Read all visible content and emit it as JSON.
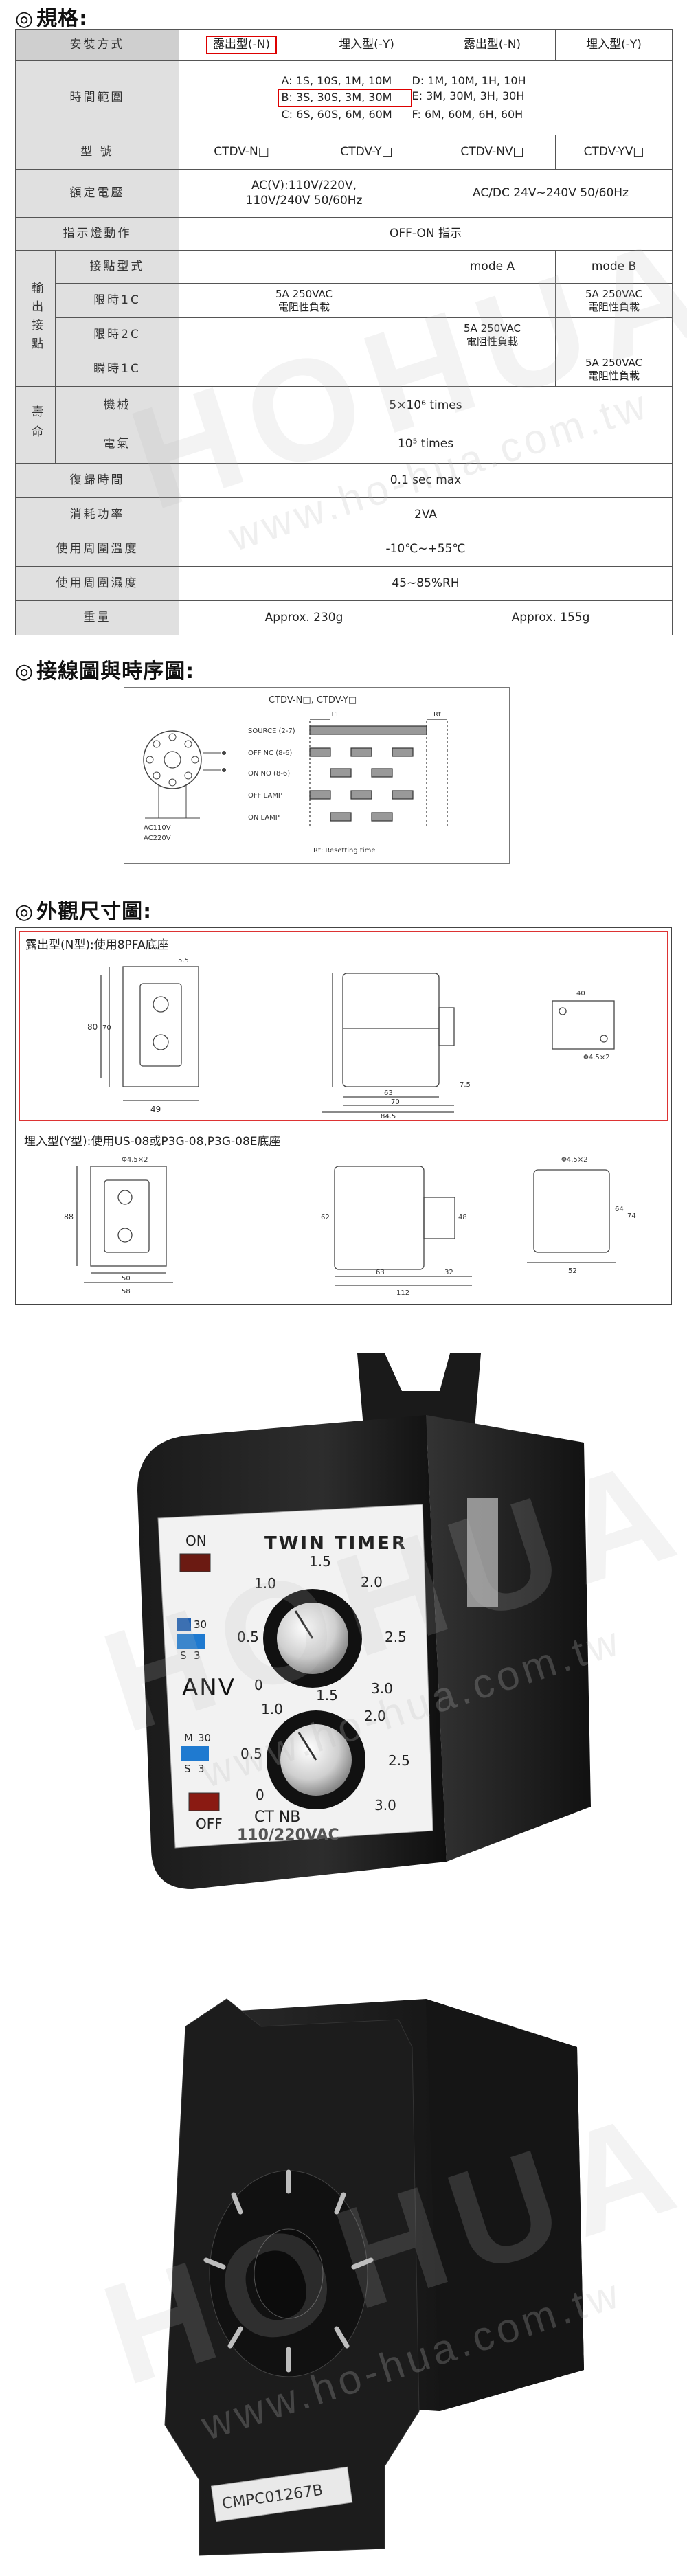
{
  "spec_section": {
    "marker": "◎",
    "title": "規格:",
    "headers": {
      "install_method": "安裝方式",
      "exposed_n": "露出型(-N)",
      "embedded_y": "埋入型(-Y)",
      "exposed_n2": "露出型(-N)",
      "embedded_y2": "埋入型(-Y)"
    },
    "time_range": {
      "label": "時間範圍",
      "a": "A:  1S,  10S, 1M, 10M",
      "b": "B:  3S,  30S, 3M, 30M",
      "c": "C:  6S,  60S, 6M, 60M",
      "d": "D:  1M,  10M,  1H,  10H",
      "e": "E:  3M,  30M,  3H,  30H",
      "f": "F:  6M,  60M,  6H,  60H"
    },
    "model": {
      "label": "型  號",
      "n": "CTDV-N□",
      "y": "CTDV-Y□",
      "nv": "CTDV-NV□",
      "yv": "CTDV-YV□"
    },
    "rated_voltage": {
      "label": "額定電壓",
      "ac_line1": "AC(V):110V/220V,",
      "ac_line2": "110V/240V 50/60Hz",
      "acdc": "AC/DC 24V~240V 50/60Hz"
    },
    "indicator": {
      "label": "指示燈動作",
      "value": "OFF-ON 指示"
    },
    "output": {
      "group_label": "輸出接點",
      "contact_type_label": "接點型式",
      "mode_a": "mode A",
      "mode_b": "mode B",
      "limit_1c_label": "限時1C",
      "limit_1c_l1": "5A 250VAC",
      "limit_1c_l2": "電阻性負載",
      "limit_1c_b_l1": "5A 250VAC",
      "limit_1c_b_l2": "電阻性負載",
      "limit_2c_label": "限時2C",
      "limit_2c_l1": "5A 250VAC",
      "limit_2c_l2": "電阻性負載",
      "instant_1c_label": "瞬時1C",
      "instant_1c_l1": "5A 250VAC",
      "instant_1c_l2": "電阻性負載"
    },
    "life": {
      "group_label": "壽命",
      "mech_label": "機械",
      "mech_value": "5×10⁶ times",
      "elec_label": "電氣",
      "elec_value": "10⁵ times"
    },
    "reset_time": {
      "label": "復歸時間",
      "value": "0.1 sec max"
    },
    "power": {
      "label": "消耗功率",
      "value": "2VA"
    },
    "ambient_temp": {
      "label": "使用周圍溫度",
      "value": "-10℃~+55℃"
    },
    "ambient_humidity": {
      "label": "使用周圍濕度",
      "value": "45~85%RH"
    },
    "weight": {
      "label": "重量",
      "left": "Approx. 230g",
      "right": "Approx. 155g"
    }
  },
  "wiring_section": {
    "marker": "◎",
    "title": "接線圖與時序圖:",
    "models": "CTDV-N□, CTDV-Y□",
    "t1": "T1",
    "rt": "Rt",
    "source": "SOURCE (2-7)",
    "off_nc": "OFF NC (8-6)",
    "on_no": "ON NO (8-6)",
    "off_lamp": "OFF LAMP",
    "on_lamp": "ON LAMP",
    "ac110": "AC110V",
    "ac220": "AC220V",
    "reset_note": "Rt: Resetting time"
  },
  "dim_section": {
    "marker": "◎",
    "title": "外觀尺寸圖:",
    "n_caption": "露出型(N型):使用8PFA底座",
    "y_caption": "埋入型(Y型):使用US-08或P3G-08,P3G-08E底座",
    "n_dims": {
      "w49": "49",
      "h80": "80",
      "h70": "70",
      "d5_5": "5.5",
      "d63": "63",
      "d70": "70",
      "d84_5": "84.5",
      "d7_5": "7.5",
      "d40": "40",
      "hole": "Φ4.5×2"
    },
    "y_dims": {
      "hole": "Φ4.5×2",
      "h88": "88",
      "w50": "50",
      "w58": "58",
      "d63": "63",
      "d32": "32",
      "d112": "112",
      "d62": "62",
      "d48": "48",
      "d52": "52",
      "d64": "64",
      "d74": "74"
    }
  },
  "photo_front": {
    "on": "ON",
    "off": "OFF",
    "title": "TWIN TIMER",
    "brand": "ANV",
    "sw_m": "M",
    "sw_30": "30",
    "sw_s": "S",
    "sw_3": "3",
    "dial1": [
      "1.0",
      "1.5",
      "2.0",
      "0.5",
      "2.5",
      "0",
      "3.0"
    ],
    "dial2": [
      "1.0",
      "1.5",
      "2.0",
      "0.5",
      "2.5",
      "0",
      "3.0"
    ],
    "model_text": "CT   NB",
    "voltage": "110/220VAC"
  },
  "photo_back": {
    "label": "CMPC01267B"
  },
  "watermark": {
    "big": "HOHUA",
    "small": "www.ho-hua.com.tw"
  }
}
